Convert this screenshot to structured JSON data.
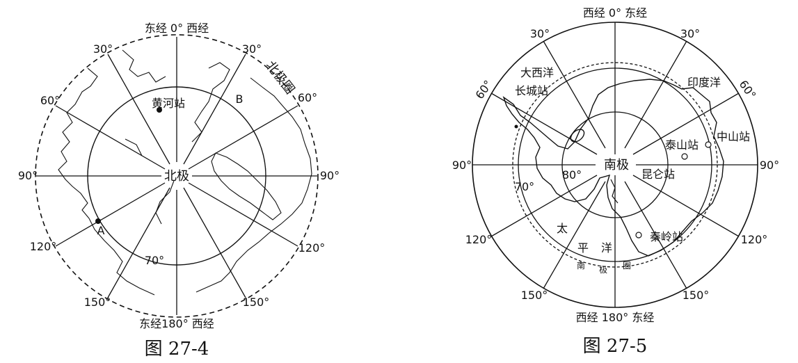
{
  "colors": {
    "ink": "#111111",
    "paper": "#ffffff"
  },
  "fig1": {
    "caption": "图 27-4",
    "pole_label": "北极",
    "top_meridian": "东经 0° 西经",
    "bottom_meridian": "东经180° 西经",
    "arctic_circle_label": "北极圈",
    "lat_label_70": "70°",
    "station": "黄河站",
    "point_a": "A",
    "point_b": "B",
    "lon_labels": {
      "l30": "30°",
      "l60": "60°",
      "l90": "90°",
      "l120": "120°",
      "l150": "150°",
      "r30": "30°",
      "r60": "60°",
      "r90": "90°",
      "r120": "120°",
      "r150": "150°"
    }
  },
  "fig2": {
    "caption": "图 27-5",
    "pole_label": "南极",
    "top_meridian": "西经 0° 东经",
    "bottom_meridian": "西经 180° 东经",
    "antarctic_circle_chars": [
      "南",
      "极",
      "圈"
    ],
    "lat_label_80": "80°",
    "lat_label_70": "70°",
    "oceans": {
      "atlantic": "大西洋",
      "indian": "印度洋",
      "pacific_1": "太",
      "pacific_2": "平",
      "pacific_3": "洋"
    },
    "stations": {
      "changcheng": "长城站",
      "zhongshan": "中山站",
      "taishan": "泰山站",
      "kunlun": "昆仑站",
      "qinling": "秦岭站"
    },
    "lon_labels": {
      "l30": "30°",
      "l60": "60°",
      "l90": "90°",
      "l120": "120°",
      "l150": "150°",
      "r30": "30°",
      "r60": "60°",
      "r90": "90°",
      "r120": "120°",
      "r150": "150°"
    }
  }
}
